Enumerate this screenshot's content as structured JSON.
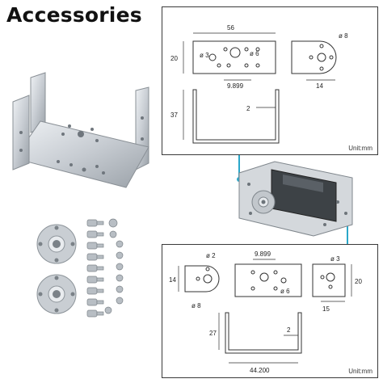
{
  "title": "Accessories",
  "top_drawing": {
    "dims": [
      "56",
      "20",
      "ø 6",
      "9.899",
      "ø 3",
      "ø 8",
      "14",
      "37",
      "2"
    ],
    "unit": "Unit:mm"
  },
  "bottom_drawing": {
    "dims": [
      "14",
      "ø 2",
      "ø 8",
      "9.899",
      "ø 6",
      "15",
      "20",
      "ø 3",
      "27",
      "2",
      "44.200"
    ],
    "unit": "Unit:mm"
  },
  "colors": {
    "connector": "#2aa7c9",
    "line": "#333333",
    "metal": "#c9ced3"
  }
}
